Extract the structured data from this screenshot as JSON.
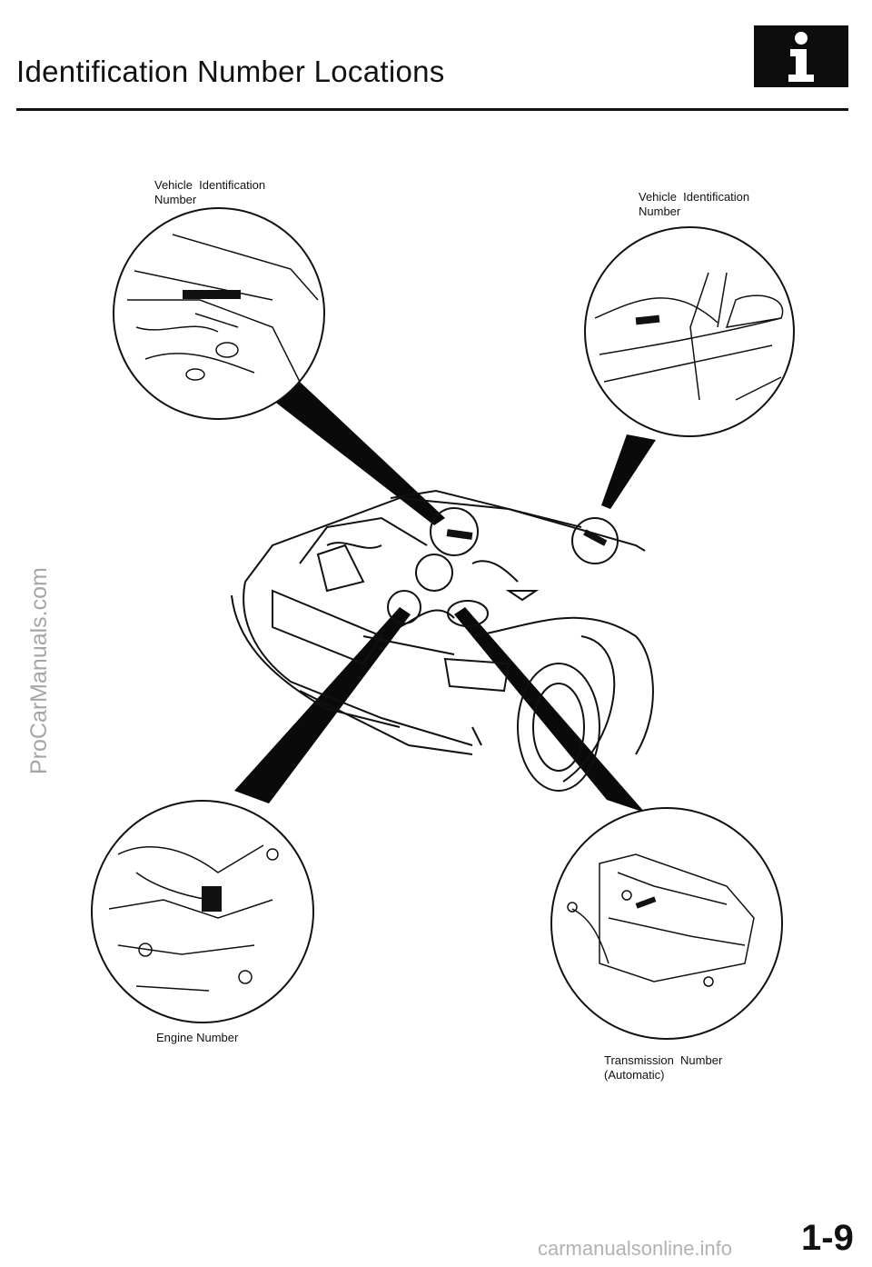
{
  "page": {
    "title": "Identification Number Locations",
    "page_number": "1-9",
    "info_icon": "info-icon"
  },
  "callouts": {
    "vin_engine_bay": "Vehicle  Identification\nNumber",
    "vin_dashboard": "Vehicle  Identification\nNumber",
    "engine_number": "Engine Number",
    "transmission_number": "Transmission  Number\n(Automatic)"
  },
  "watermarks": {
    "side": "ProCarManuals.com",
    "bottom": "carmanualsonline.info"
  }
}
